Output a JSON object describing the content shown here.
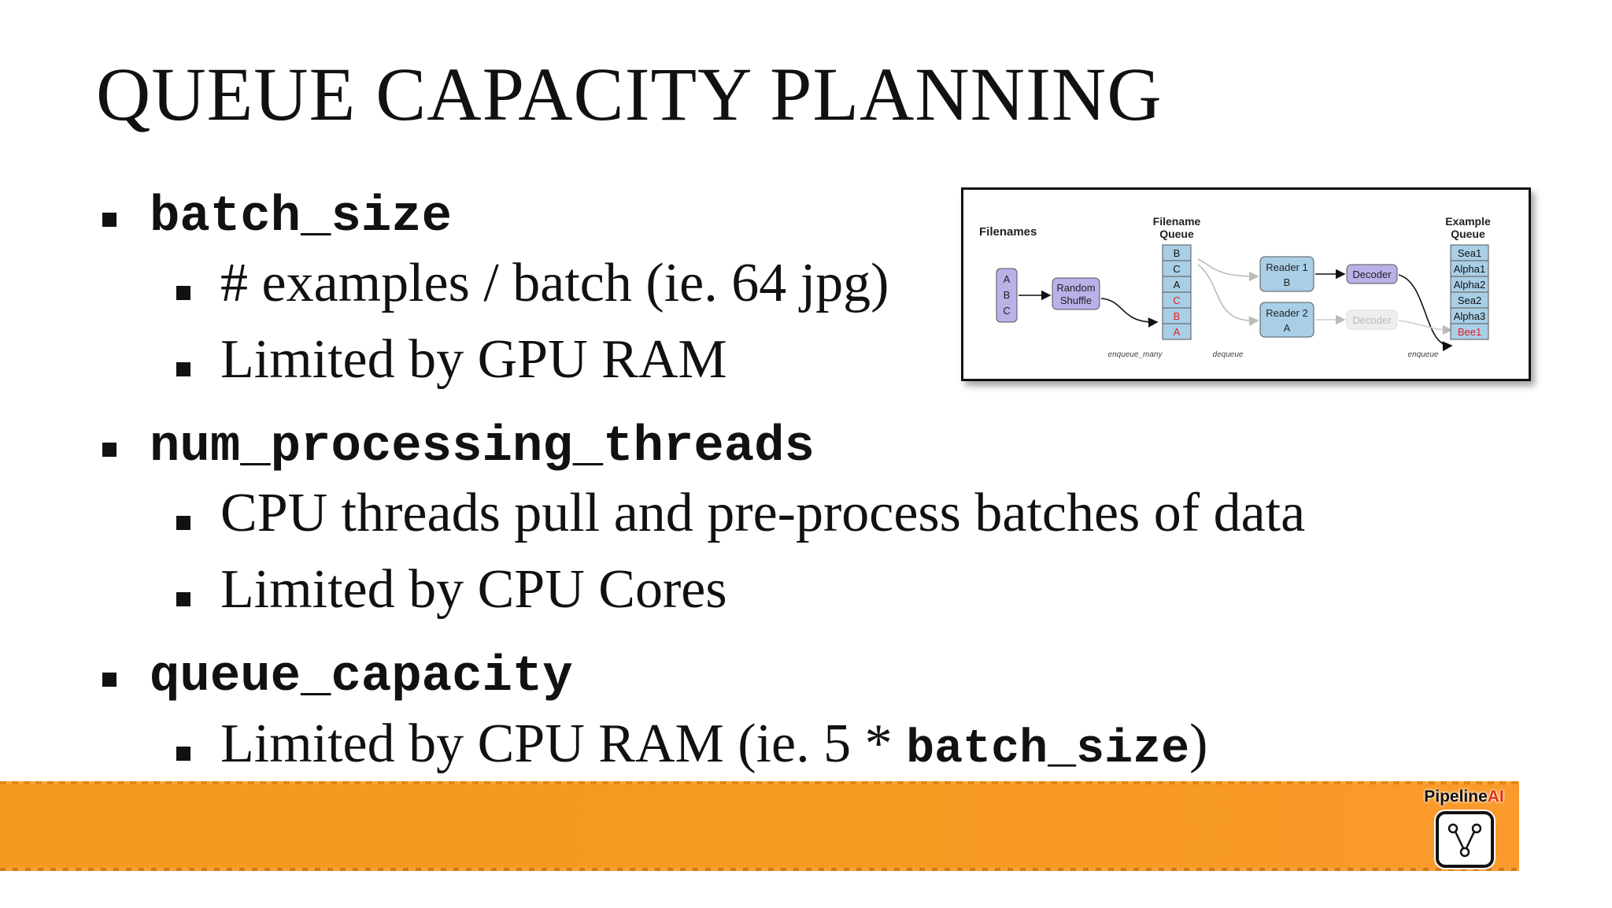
{
  "slide": {
    "title": "QUEUE CAPACITY PLANNING",
    "bullets": [
      {
        "term": "batch_size",
        "subs": [
          "# examples / batch (ie. 64 jpg)",
          "Limited by GPU RAM"
        ]
      },
      {
        "term": "num_processing_threads",
        "subs": [
          "CPU threads pull and pre-process batches of data",
          "Limited by CPU Cores"
        ]
      },
      {
        "term": "queue_capacity",
        "sub_prefix": "Limited by CPU RAM (ie. 5 * ",
        "sub_code": "batch_size",
        "sub_suffix": ")"
      }
    ]
  },
  "diagram": {
    "filenames_label": "Filenames",
    "filenames_items": [
      "A",
      "B",
      "C"
    ],
    "shuffle_line1": "Random",
    "shuffle_line2": "Shuffle",
    "filename_queue_label_1": "Filename",
    "filename_queue_label_2": "Queue",
    "filename_queue_items": [
      "B",
      "C",
      "A",
      "C",
      "B",
      "A"
    ],
    "filename_queue_colors": [
      "#111111",
      "#111111",
      "#111111",
      "#e02020",
      "#e02020",
      "#e02020"
    ],
    "reader1_title": "Reader 1",
    "reader1_value": "B",
    "reader2_title": "Reader 2",
    "reader2_value": "A",
    "decoder_active": "Decoder",
    "decoder_faded": "Decoder",
    "example_queue_label_1": "Example",
    "example_queue_label_2": "Queue",
    "example_queue_items": [
      "Sea1",
      "Alpha1",
      "Alpha2",
      "Sea2",
      "Alpha3",
      "Bee1"
    ],
    "example_queue_colors": [
      "#111111",
      "#111111",
      "#111111",
      "#111111",
      "#111111",
      "#e02020"
    ],
    "op_enqueue_many": "enqueue_many",
    "op_dequeue": "dequeue",
    "op_enqueue": "enqueue",
    "colors": {
      "purple": "#b8b2e8",
      "blue": "#a9cfe6",
      "stroke": "#444444"
    }
  },
  "footer": {
    "logo_text_main": "Pipeline",
    "logo_text_accent": "AI",
    "band_color": "#f7981f"
  }
}
